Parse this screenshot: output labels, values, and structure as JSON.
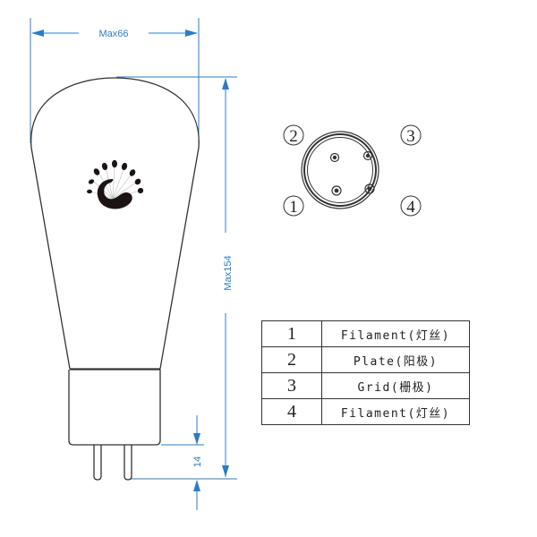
{
  "dimensions": {
    "width_label": "Max66",
    "height_label": "Max154",
    "pin_length_label": "14"
  },
  "pin_diagram": {
    "labels": [
      "2",
      "3",
      "1",
      "4"
    ]
  },
  "pin_table": {
    "rows": [
      {
        "pin": "1",
        "function": "Filament(灯丝)"
      },
      {
        "pin": "2",
        "function": "Plate(阳极)"
      },
      {
        "pin": "3",
        "function": "Grid(栅极)"
      },
      {
        "pin": "4",
        "function": "Filament(灯丝)"
      }
    ]
  },
  "colors": {
    "dimension_line": "#2e7bc4",
    "outline": "#333333"
  }
}
